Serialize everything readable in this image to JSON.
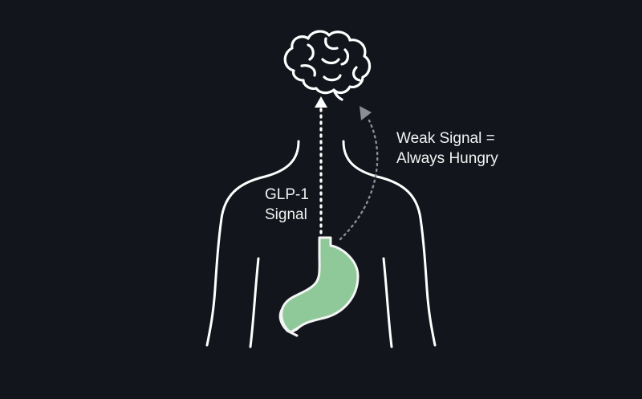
{
  "diagram": {
    "glp1_label": {
      "line1": "GLP-1",
      "line2": "Signal"
    },
    "weak_label": {
      "line1": "Weak Signal =",
      "line2": "Always Hungry"
    },
    "colors": {
      "background": "#12161c",
      "outline": "#ffffff",
      "stomach_fill": "#8fc99a",
      "stomach_stroke": "#f4f4f4",
      "strong_arrow": "#ffffff",
      "weak_arrow": "#8a8e94"
    },
    "icons": {
      "brain": "brain-icon",
      "stomach": "stomach-icon",
      "body": "body-outline"
    }
  }
}
